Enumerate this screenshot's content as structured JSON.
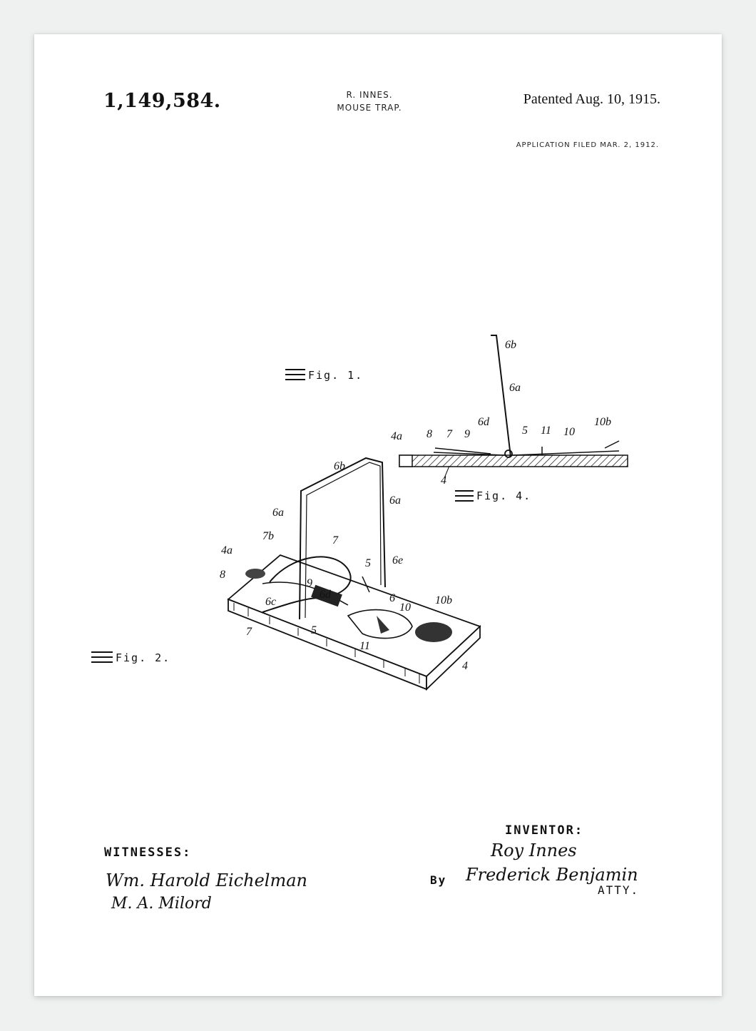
{
  "header": {
    "patent_number": "1,149,584.",
    "inventor": "R. INNES.",
    "title": "MOUSE TRAP.",
    "patented": "Patented Aug. 10, 1915.",
    "filed": "APPLICATION FILED MAR. 2, 1912."
  },
  "figures": {
    "fig1_label": "Fig. 1.",
    "fig2_label": "Fig. 2.",
    "fig4_label": "Fig. 4.",
    "fig2_refs": [
      "6b",
      "6a",
      "6a",
      "4a",
      "7b",
      "7",
      "5",
      "6e",
      "8",
      "6d",
      "9",
      "6c",
      "6",
      "10b",
      "10",
      "7",
      "5",
      "11",
      "4"
    ],
    "fig4_refs": [
      "6b",
      "6a",
      "4a",
      "8",
      "7",
      "9",
      "6d",
      "5",
      "11",
      "10",
      "10b",
      "4"
    ]
  },
  "signatures": {
    "witnesses_label": "WITNESSES:",
    "witness_1": "Wm. Harold Eichelman",
    "witness_2": "M. A. Milord",
    "inventor_label": "INVENTOR:",
    "inventor_name": "Roy Innes",
    "by_label": "By",
    "attorney_name": "Frederick Benjamin",
    "atty_label": "ATTY."
  }
}
